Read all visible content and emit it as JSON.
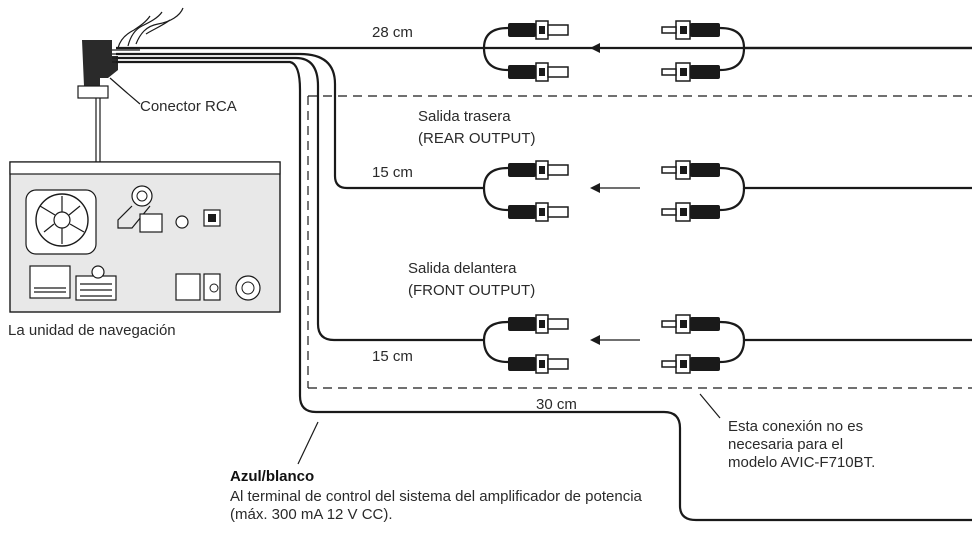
{
  "labels": {
    "rca_connector": "Conector RCA",
    "unit": "La unidad de navegación",
    "len_28": "28 cm",
    "len_15a": "15 cm",
    "len_15b": "15 cm",
    "len_30": "30 cm",
    "rear_es": "Salida trasera",
    "rear_en": "(REAR OUTPUT)",
    "front_es": "Salida delantera",
    "front_en": "(FRONT OUTPUT)",
    "note_line1": "Esta conexión no es",
    "note_line2": "necesaria para el",
    "note_line3": "modelo AVIC-F710BT.",
    "wire_title": "Azul/blanco",
    "wire_desc": "Al terminal de control del sistema del amplificador de potencia (máx. 300 mA 12 V CC)."
  },
  "icons": [
    "rca-plug-icon",
    "arrow-left-icon",
    "fan-icon",
    "navigation-unit-icon"
  ]
}
